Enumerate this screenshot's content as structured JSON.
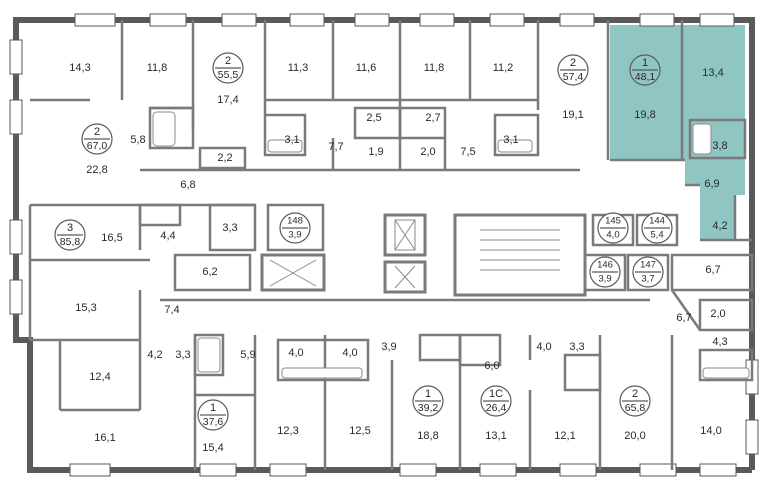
{
  "colors": {
    "wall": "#5a5a5a",
    "highlight": "#8fc5c2",
    "fixture": "#7a7a7a"
  },
  "rooms": {
    "r_14_3": "14,3",
    "r_11_8a": "11,8",
    "r_17_4": "17,4",
    "r_11_3": "11,3",
    "r_11_6": "11,6",
    "r_11_8b": "11,8",
    "r_11_2": "11,2",
    "r_19_1": "19,1",
    "r_19_8": "19,8",
    "r_13_4": "13,4",
    "r_5_8": "5,8",
    "r_2_2": "2,2",
    "r_3_1a": "3,1",
    "r_2_5": "2,5",
    "r_7_7": "7,7",
    "r_1_9": "1,9",
    "r_2_7": "2,7",
    "r_2_0a": "2,0",
    "r_7_5": "7,5",
    "r_3_1b": "3,1",
    "r_3_8": "3,8",
    "r_6_9": "6,9",
    "r_22_8": "22,8",
    "r_6_8": "6,8",
    "r_16_5": "16,5",
    "r_4_4": "4,4",
    "r_3_3a": "3,3",
    "r_4_2a": "4,2",
    "r_6_2": "6,2",
    "r_6_7a": "6,7",
    "r_15_3": "15,3",
    "r_7_4": "7,4",
    "r_6_7b": "6,7",
    "r_2_0b": "2,0",
    "r_4_3": "4,3",
    "r_4_2b": "4,2",
    "r_3_3b": "3,3",
    "r_5_9": "5,9",
    "r_4_0a": "4,0",
    "r_4_0b": "4,0",
    "r_3_9": "3,9",
    "r_6_0": "6,0",
    "r_4_0c": "4,0",
    "r_3_3c": "3,3",
    "r_12_4": "12,4",
    "r_16_1": "16,1",
    "r_15_4": "15,4",
    "r_12_3": "12,3",
    "r_12_5": "12,5",
    "r_18_8": "18,8",
    "r_13_1": "13,1",
    "r_12_1": "12,1",
    "r_20_0": "20,0",
    "r_14_0": "14,0"
  },
  "apartments": {
    "a1": {
      "num": "2",
      "area": "55,5"
    },
    "a2": {
      "num": "2",
      "area": "57,4"
    },
    "a3": {
      "num": "1",
      "area": "48,1"
    },
    "a4": {
      "num": "2",
      "area": "67,0"
    },
    "a5": {
      "num": "3",
      "area": "85,8"
    },
    "a6": {
      "num": "1",
      "area": "37,6"
    },
    "a7": {
      "num": "1",
      "area": "39,2"
    },
    "a8": {
      "num": "1С",
      "area": "26,4"
    },
    "a9": {
      "num": "2",
      "area": "65,8"
    }
  },
  "storage": {
    "s148": {
      "num": "148",
      "area": "3,9"
    },
    "s145": {
      "num": "145",
      "area": "4,0"
    },
    "s144": {
      "num": "144",
      "area": "5,4"
    },
    "s146": {
      "num": "146",
      "area": "3,9"
    },
    "s147": {
      "num": "147",
      "area": "3,7"
    }
  }
}
